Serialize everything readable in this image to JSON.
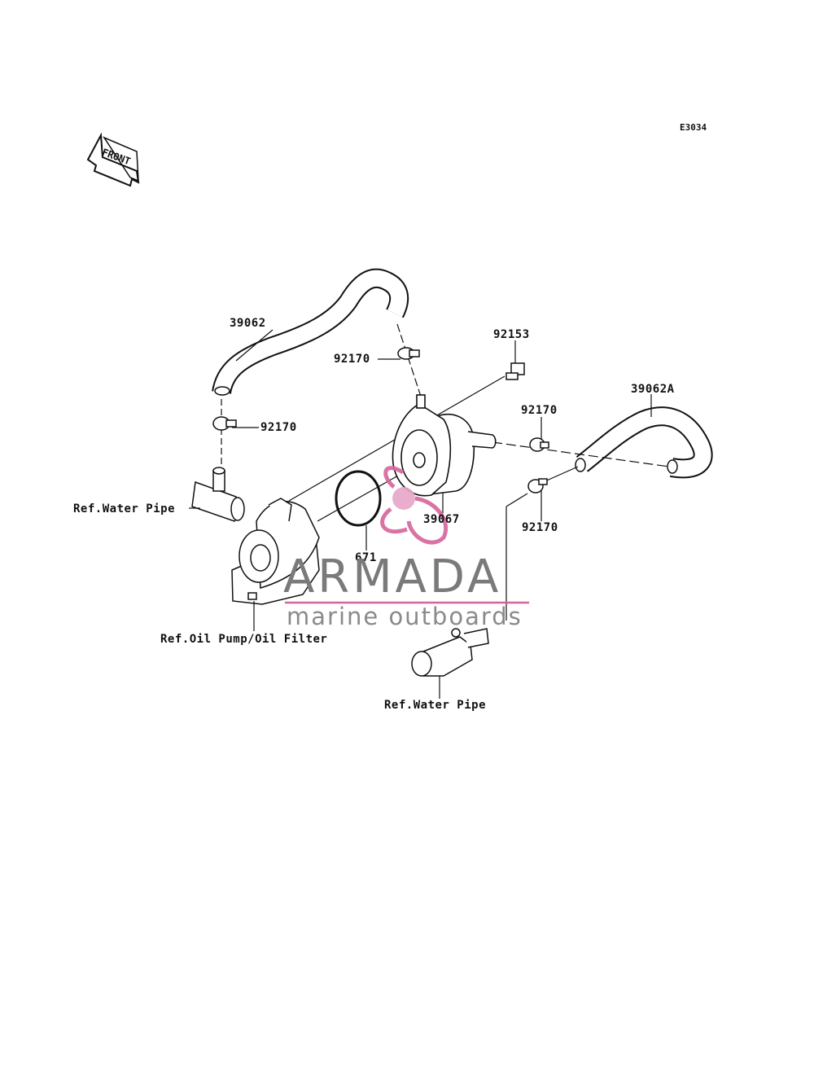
{
  "diagram_code": "E3034",
  "front_arrow_label": "FRONT",
  "watermark": {
    "title": "ARMADA",
    "subtitle": "marine outboards",
    "accent_color": "#d6649c"
  },
  "callouts": {
    "hose_upper": "39062",
    "hose_right": "39062A",
    "bolt": "92153",
    "clamp_top": "92170",
    "clamp_left": "92170",
    "clamp_right_upper": "92170",
    "clamp_right_lower": "92170",
    "oil_cooler": "39067",
    "o_ring": "671",
    "ref_water_pipe_left": "Ref.Water Pipe",
    "ref_oil_pump": "Ref.Oil Pump/Oil Filter",
    "ref_water_pipe_bottom": "Ref.Water Pipe"
  }
}
